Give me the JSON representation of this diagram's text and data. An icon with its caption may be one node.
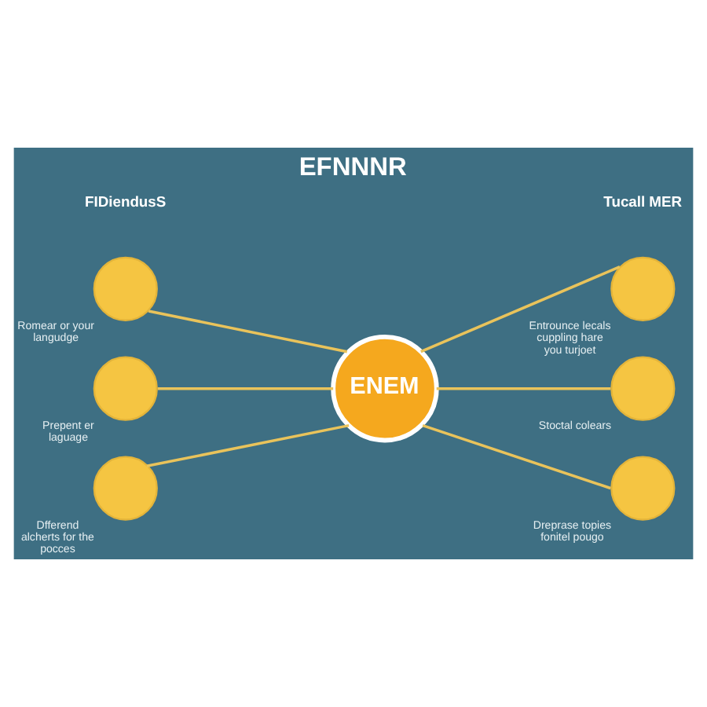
{
  "diagram": {
    "title": "EFNNNR",
    "nodes": [
      {
        "text": [],
        "shape": "circle",
        "beside": [
          "Romear or your langudge"
        ]
      },
      {
        "text": [],
        "shape": "circle",
        "beside": [
          "Entrounce lecals cuppling hare you turjoet"
        ]
      },
      {
        "text": [
          "ENEM"
        ]
      },
      {
        "text": [],
        "shape": "circle",
        "beside": [
          "Prepent er laguage"
        ]
      },
      {
        "text": [],
        "shape": "circle",
        "beside": [
          "Stoctal colears"
        ]
      },
      {
        "text": [],
        "shape": "circle",
        "beside": [
          "Dfferend alcherts for the pocces"
        ]
      },
      {
        "text": [],
        "shape": "circle",
        "beside": [
          "Dreprase topies fonitel pougo"
        ]
      }
    ],
    "edges": [
      {
        "from": 0,
        "to": 2,
        "arrow": "none"
      },
      {
        "from": 2,
        "to": 1,
        "arrow": "none"
      },
      {
        "from": 3,
        "to": 2,
        "arrow": "none"
      },
      {
        "from": 2,
        "to": 4,
        "arrow": "none"
      },
      {
        "from": 5,
        "to": 2,
        "arrow": "none"
      },
      {
        "from": 2,
        "to": 6,
        "arrow": "none"
      }
    ],
    "labels": [
      "FIDiendusS",
      "Tucall MER"
    ]
  }
}
